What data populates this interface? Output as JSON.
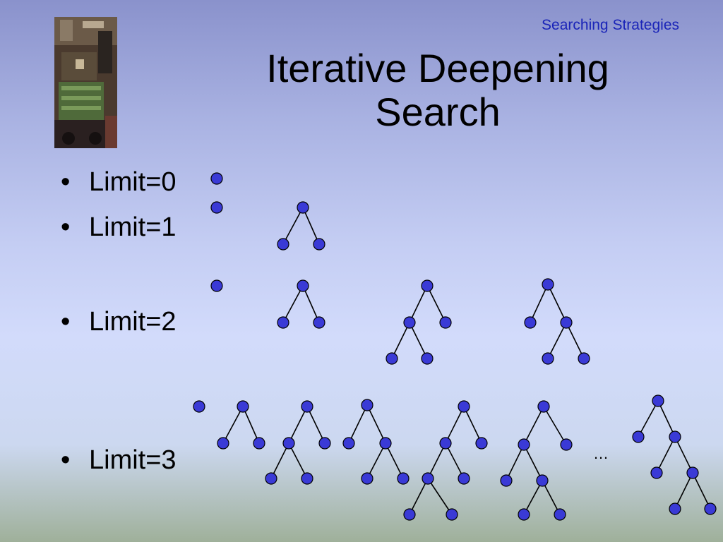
{
  "slide": {
    "header_label": "Searching Strategies",
    "title_line1": "Iterative Deepening",
    "title_line2": "Search",
    "bullets": [
      {
        "label": "Limit=0"
      },
      {
        "label": "Limit=1"
      },
      {
        "label": "Limit=2"
      },
      {
        "label": "Limit=3"
      }
    ],
    "ellipsis": "…"
  },
  "colors": {
    "node_fill": "#3a3ad6",
    "node_stroke": "#000000",
    "edge": "#000000",
    "header_text": "#1a24b8"
  }
}
